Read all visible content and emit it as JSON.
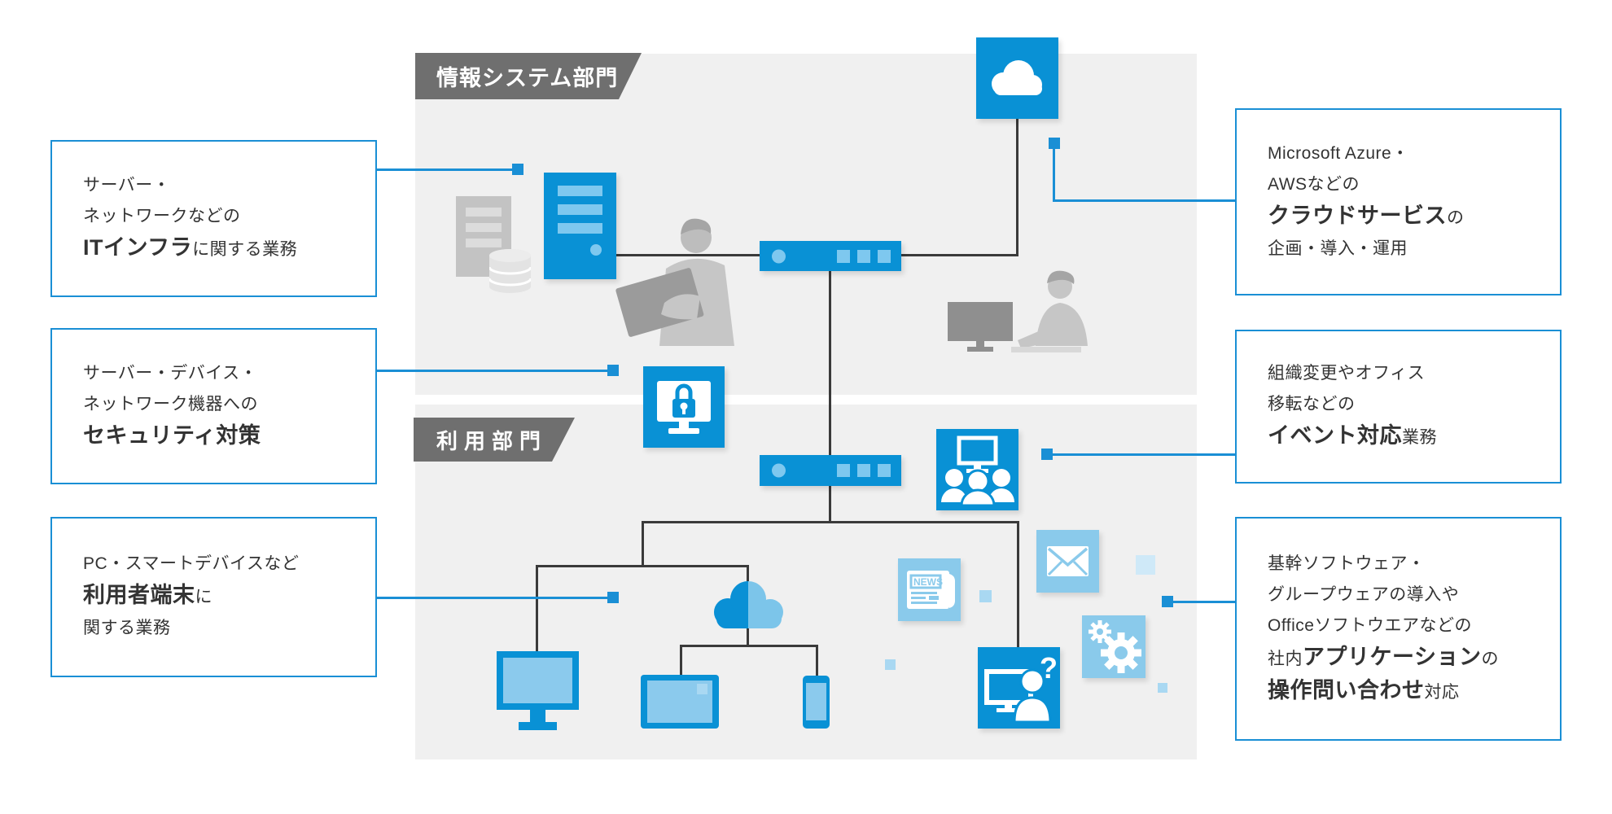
{
  "sections": {
    "top_label": "情報システム部門",
    "bottom_label": "利用部門"
  },
  "callouts": {
    "left": [
      {
        "id": "it-infra",
        "lines": [
          {
            "pre": "サーバー・"
          },
          {
            "pre": "ネットワークなどの"
          },
          {
            "em": "ITインフラ",
            "post": "に関する業務"
          }
        ]
      },
      {
        "id": "security",
        "lines": [
          {
            "pre": "サーバー・デバイス・"
          },
          {
            "pre": "ネットワーク機器への"
          },
          {
            "em": "セキュリティ対策"
          }
        ]
      },
      {
        "id": "user-devices",
        "lines": [
          {
            "pre": "PC・スマートデバイスなど"
          },
          {
            "em": "利用者端末",
            "post": "に"
          },
          {
            "pre": "関する業務"
          }
        ]
      }
    ],
    "right": [
      {
        "id": "cloud-services",
        "lines": [
          {
            "pre": "Microsoft Azure・"
          },
          {
            "pre": "AWSなどの"
          },
          {
            "em": "クラウドサービス",
            "post": "の"
          },
          {
            "pre": "企画・導入・運用"
          }
        ]
      },
      {
        "id": "event-support",
        "lines": [
          {
            "pre": "組織変更やオフィス"
          },
          {
            "pre": "移転などの"
          },
          {
            "em": "イベント対応",
            "post": "業務"
          }
        ]
      },
      {
        "id": "app-support",
        "lines": [
          {
            "pre": "基幹ソフトウェア・"
          },
          {
            "pre": "グループウェアの導入や"
          },
          {
            "pre": "Officeソフトウエアなどの"
          },
          {
            "pre": "社内",
            "em": "アプリケーション",
            "post": "の"
          },
          {
            "em": "操作問い合わせ",
            "post": "対応"
          }
        ]
      }
    ]
  },
  "icons": {
    "news_label": "NEWS",
    "helpdesk_mark": "?",
    "names": [
      "cloud-icon",
      "server-rack-icon",
      "database-icon",
      "network-switch-icon",
      "security-lock-monitor-icon",
      "meeting-group-icon",
      "sync-cloud-icon",
      "desktop-monitor-icon",
      "tablet-icon",
      "smartphone-icon",
      "news-icon",
      "mail-envelope-icon",
      "gears-icon",
      "helpdesk-question-icon"
    ]
  },
  "colors": {
    "primary_blue": "#0991d5",
    "tile_light_blue": "#8acaeb",
    "accent_light_blue": "#7ec8ef",
    "pale_blue": "#a9d8f2",
    "panel_gray": "#f0f0f0",
    "label_gray": "#6f6f6f",
    "line_black": "#3a3a3a",
    "connector_blue": "#1a8fd5",
    "text": "#333333"
  }
}
